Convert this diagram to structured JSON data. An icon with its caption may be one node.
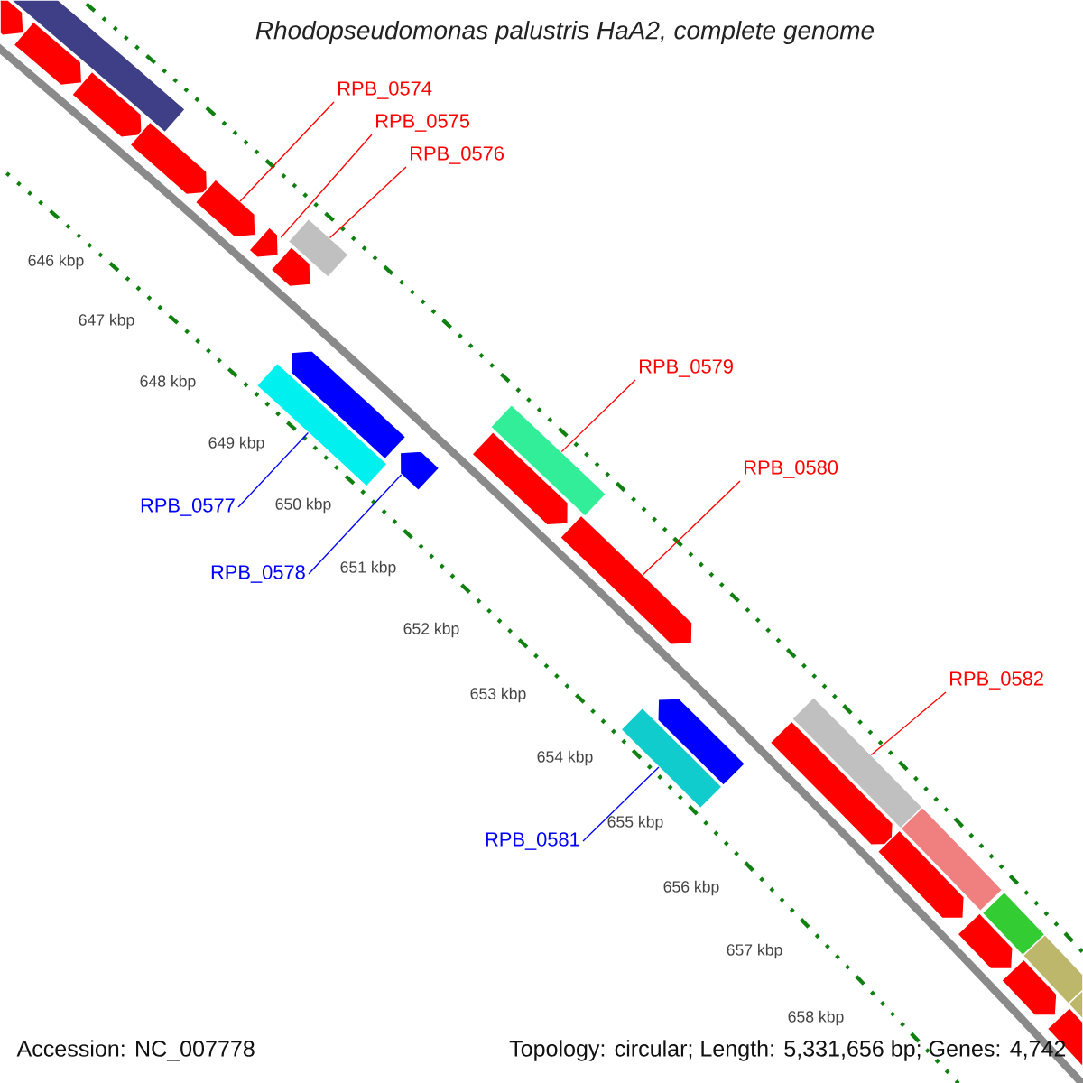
{
  "diagram": {
    "title": "Rhodopseudomonas palustris HaA2, complete genome",
    "nodes": [
      {
        "text": [
          "RPB_0574"
        ]
      },
      {
        "text": [
          "RPB_0575"
        ]
      },
      {
        "text": [
          "RPB_0576"
        ]
      },
      {
        "text": [
          "RPB_0579"
        ]
      },
      {
        "text": [
          "RPB_0580"
        ]
      },
      {
        "text": [
          "RPB_0582"
        ]
      },
      {
        "text": [
          "RPB_0577"
        ]
      },
      {
        "text": [
          "RPB_0578"
        ]
      },
      {
        "text": [
          "RPB_0581"
        ]
      },
      {
        "text": [],
        "shape": "box"
      },
      {
        "text": [],
        "shape": "arrow"
      },
      {
        "text": [],
        "shape": "arrow"
      },
      {
        "text": [],
        "shape": "arrow"
      },
      {
        "text": [],
        "shape": "arrow"
      },
      {
        "text": [],
        "shape": "arrow"
      },
      {
        "text": [],
        "shape": "arrow"
      },
      {
        "text": [],
        "shape": "arrow"
      },
      {
        "text": [],
        "shape": "box"
      },
      {
        "text": [],
        "shape": "arrow"
      },
      {
        "text": [],
        "shape": "arrow"
      },
      {
        "text": [],
        "shape": "box"
      },
      {
        "text": [],
        "shape": "box"
      },
      {
        "text": [],
        "shape": "arrow"
      },
      {
        "text": [],
        "shape": "arrow"
      },
      {
        "text": [],
        "shape": "arrow"
      },
      {
        "text": [],
        "shape": "box"
      },
      {
        "text": [],
        "shape": "box"
      },
      {
        "text": [],
        "shape": "arrow"
      },
      {
        "text": [],
        "shape": "box"
      },
      {
        "text": [],
        "shape": "arrow"
      },
      {
        "text": [],
        "shape": "box"
      },
      {
        "text": [],
        "shape": "arrow"
      },
      {
        "text": [],
        "shape": "box"
      },
      {
        "text": [],
        "shape": "arrow"
      },
      {
        "text": [],
        "shape": "box"
      },
      {
        "text": [],
        "shape": "arrow"
      }
    ],
    "edges": [
      {
        "from": 0,
        "to": 14,
        "arrow": "none"
      },
      {
        "from": 1,
        "to": 15,
        "arrow": "none"
      },
      {
        "from": 2,
        "to": 17,
        "arrow": "none"
      },
      {
        "from": 3,
        "to": 21,
        "arrow": "none"
      },
      {
        "from": 4,
        "to": 23,
        "arrow": "none"
      },
      {
        "from": 5,
        "to": 26,
        "arrow": "none"
      },
      {
        "from": 6,
        "to": 20,
        "arrow": "none",
        "color": "#0000ff"
      },
      {
        "from": 7,
        "to": 19,
        "arrow": "none",
        "color": "#0000ff"
      },
      {
        "from": 8,
        "to": 25,
        "arrow": "none",
        "color": "#0000ff"
      }
    ],
    "labels": [
      "646 kbp",
      "647 kbp",
      "648 kbp",
      "649 kbp",
      "650 kbp",
      "651 kbp",
      "652 kbp",
      "653 kbp",
      "654 kbp",
      "655 kbp",
      "656 kbp",
      "657 kbp",
      "658 kbp",
      "Accession: NC_007778",
      "Topology: circular; Length: 5,331,656 bp; Genes: 4,742"
    ]
  }
}
